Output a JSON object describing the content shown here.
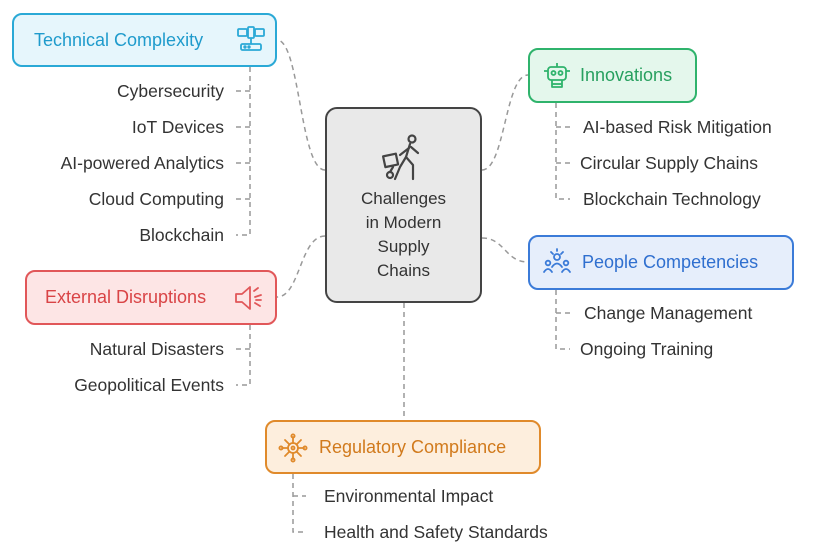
{
  "center": {
    "title": "Challenges\nin Modern\nSupply\nChains",
    "icon": "worker-with-cart-icon"
  },
  "branches": {
    "technical": {
      "label": "Technical Complexity",
      "icon": "network-devices-icon",
      "color": "#2aa9d6",
      "fill": "#e6f6fc",
      "items": [
        "Cybersecurity",
        "IoT Devices",
        "AI-powered Analytics",
        "Cloud Computing",
        "Blockchain"
      ]
    },
    "external": {
      "label": "External Disruptions",
      "icon": "megaphone-icon",
      "color": "#e15759",
      "fill": "#fde5e5",
      "items": [
        "Natural Disasters",
        "Geopolitical Events"
      ]
    },
    "innovations": {
      "label": "Innovations",
      "icon": "robot-icon",
      "color": "#2fb36c",
      "fill": "#e4f7ec",
      "items": [
        "AI-based Risk Mitigation",
        "Circular Supply Chains",
        "Blockchain Technology"
      ]
    },
    "people": {
      "label": "People Competencies",
      "icon": "team-icon",
      "color": "#3b7bd8",
      "fill": "#e6eefb",
      "items": [
        "Change Management",
        "Ongoing Training"
      ]
    },
    "regulatory": {
      "label": "Regulatory Compliance",
      "icon": "gear-network-icon",
      "color": "#e08a2b",
      "fill": "#fdeedd",
      "items": [
        "Environmental Impact",
        "Health and Safety Standards"
      ]
    }
  }
}
